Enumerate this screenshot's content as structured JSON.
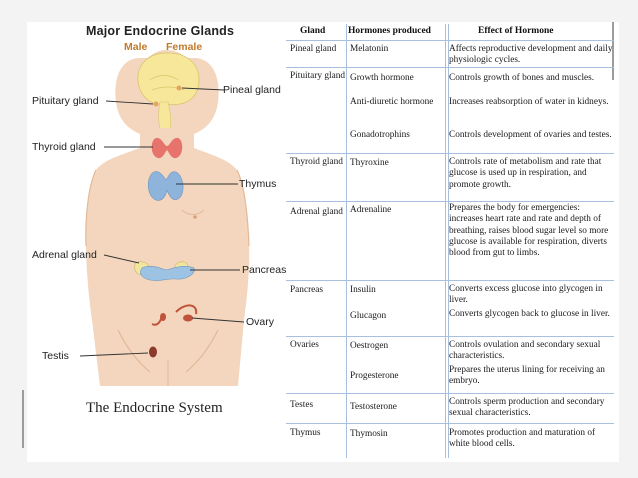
{
  "figure": {
    "title": "Major Endocrine Glands",
    "male_label": "Male",
    "female_label": "Female",
    "caption": "The Endocrine System",
    "labels": {
      "pituitary": "Pituitary gland",
      "pineal": "Pineal gland",
      "thyroid": "Thyroid gland",
      "thymus": "Thymus",
      "adrenal": "Adrenal gland",
      "pancreas": "Pancreas",
      "ovary": "Ovary",
      "testis": "Testis"
    },
    "colors": {
      "skin": "#f3d6bd",
      "brain": "#f6e79a",
      "thyroid": "#e6736c",
      "thymus": "#8fb4dc",
      "pancreas": "#9cc3e3",
      "ovary": "#c0533b",
      "accent_subtitle": "#c07a2c"
    }
  },
  "table": {
    "headers": {
      "gland": "Gland",
      "hormones": "Hormones produced",
      "effect": "Effect of Hormone"
    },
    "rows": [
      {
        "gland": "Pineal gland",
        "hormone": "Melatonin",
        "effect": "Affects reproductive development and daily physiologic cycles."
      },
      {
        "gland": "Pituitary gland",
        "hormone": "Growth hormone",
        "effect": "Controls growth of bones and muscles."
      },
      {
        "gland": "",
        "hormone": "Anti-diuretic hormone",
        "effect": "Increases reabsorption of water in kidneys."
      },
      {
        "gland": "",
        "hormone": "Gonadotrophins",
        "effect": "Controls development of ovaries and testes."
      },
      {
        "gland": "Thyroid gland",
        "hormone": "Thyroxine",
        "effect": "Controls rate of metabolism and rate that glucose is used up in respiration, and promote growth."
      },
      {
        "gland": "Adrenal gland",
        "hormone": "Adrenaline",
        "effect": "Prepares the body for emergencies: increases heart rate and rate and depth of breathing, raises blood sugar level so more glucose is available for respiration, diverts blood from gut to limbs."
      },
      {
        "gland": "Pancreas",
        "hormone": "Insulin",
        "effect": "Converts excess glucose into glycogen in liver."
      },
      {
        "gland": "",
        "hormone": "Glucagon",
        "effect": "Converts glycogen back to glucose in liver."
      },
      {
        "gland": "Ovaries",
        "hormone": "Oestrogen",
        "effect": "Controls ovulation and secondary sexual characteristics."
      },
      {
        "gland": "",
        "hormone": "Progesterone",
        "effect": "Prepares the uterus lining for receiving an embryo."
      },
      {
        "gland": "Testes",
        "hormone": "Testosterone",
        "effect": "Controls sperm production and secondary sexual characteristics."
      },
      {
        "gland": "Thymus",
        "hormone": "Thymosin",
        "effect": "Promotes production and maturation of white blood cells."
      }
    ]
  }
}
